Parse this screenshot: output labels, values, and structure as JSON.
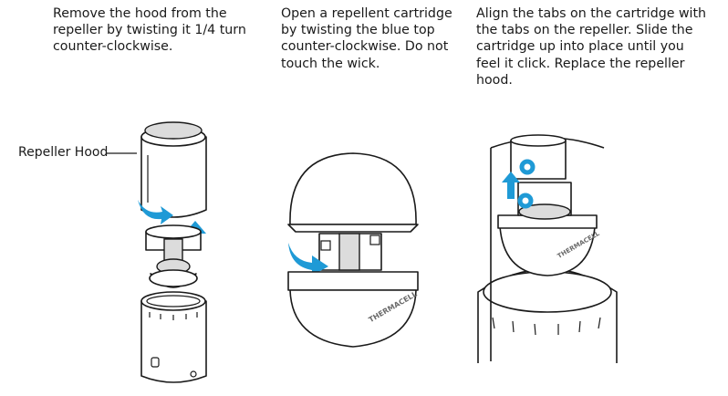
{
  "steps": [
    {
      "text": "Remove the hood from the\nrepeller by twisting it 1/4 turn\ncounter-clockwise."
    },
    {
      "text": "Open a repellent cartridge\nby twisting the blue top\ncounter-clockwise. Do not\ntouch the wick."
    },
    {
      "text": "Align the tabs on the cartridge with\nthe tabs on the repeller. Slide the\ncartridge up into place until you\nfeel it click. Replace the repeller\nhood."
    }
  ],
  "callouts": {
    "repeller_hood": "Repeller Hood"
  },
  "brand": "THERMACELL",
  "colors": {
    "arrow": "#1f9ad6",
    "line": "#1a1a1a"
  }
}
